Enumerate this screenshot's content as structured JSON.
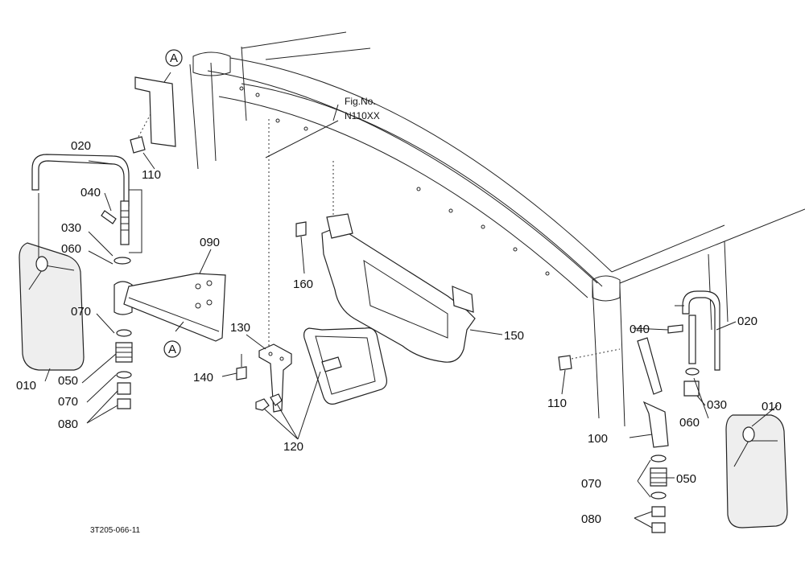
{
  "diagram": {
    "figure_ref_line1": "Fig.No.",
    "figure_ref_line2": "N110XX",
    "doc_id": "3T205-066-11",
    "view_marker": "A",
    "labels": {
      "p010": "010",
      "p020": "020",
      "p030": "030",
      "p040": "040",
      "p050": "050",
      "p060": "060",
      "p070": "070",
      "p080": "080",
      "p090": "090",
      "p100": "100",
      "p110": "110",
      "p120": "120",
      "p130": "130",
      "p140": "140",
      "p150": "150",
      "p160": "160"
    }
  }
}
